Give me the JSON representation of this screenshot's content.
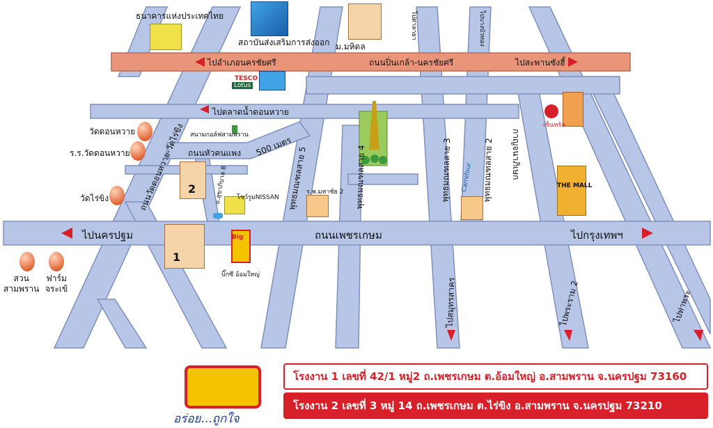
{
  "map": {
    "highway_label": "ถนนปิ่นเกล้า-นครชัยศรี",
    "highway_left": "ไปอำเภอนครชัยศรี",
    "highway_right": "ไปสะพานซังฮี้",
    "main_road_label": "ถนนเพชรเกษม",
    "main_left": "ไปนครปฐม",
    "main_right": "ไปกรุงเทพฯ",
    "road_floating_market": "ไปตลาดน้ำดอนหวาย",
    "road_huakhonphaeng": "ถนนหัวคนแพง",
    "distance": "500 เมตร",
    "road_donwai": "ถนนวัดดอนหวาย-วัดไร่ขิง",
    "road_putt5": "พุทธมณฑลสาย 5",
    "road_putt4": "พุทธมณฑลสาย 4",
    "road_putt3": "พุทธมณฑลสาย 3",
    "road_putt2": "พุทธมณฑลสาย 2",
    "road_kanchana": "กาญจนาภิเษก",
    "soi8": "ถ.สุขาภิบาล 8",
    "to_salaya": "ไปศาลายา",
    "to_bangbuathong": "ไปบางบัวทอง",
    "to_samutsakhon": "ไปสมุทรสาคร",
    "to_rama2": "ไปพระราม 2",
    "to_thapra": "ไปท่าพระ",
    "places": {
      "bank": "ธนาคารแห่งประเทศไทย",
      "export_inst": "สถาบันส่งเสริมการส่งออก",
      "mahidol": "ม.มหิดล",
      "tesco": "TESCO",
      "lotus": "Lotus",
      "wat_donwai": "วัดดอนหวาย",
      "school_donwai": "ร.ร.วัดดอนหวาย",
      "wat_raikhing": "วัดไร่ขิง",
      "golf": "สนามกอล์ฟสามพราน",
      "nissan": "โชว์รูมNISSAN",
      "bigc": "บิ๊กซี อ้อมใหญ่",
      "bigc_logo": "Big",
      "hospital": "ร.พ.มหาชัย 2",
      "carrefour": "Carrefour",
      "central": "เซ็นทรัล",
      "the_mall": "THE MALL",
      "suan_sampran": "สวน\nสามพราน",
      "farm_jorakhe": "ฟาร์ม\nจระเข้",
      "factory1": "1",
      "factory2": "2"
    }
  },
  "footer": {
    "slogan": "อร่อย...ถูกใจ",
    "factory1": "โรงงาน 1 เลขที่ 42/1 หมู่2 ถ.เพชรเกษม ต.อ้อมใหญ่ อ.สามพราน จ.นครปฐม 73160",
    "factory2": "โรงงาน 2 เลขที่ 3 หมู่ 14 ถ.เพชรเกษม ต.ไร่ขิง อ.สามพราน จ.นครปฐม 73210"
  },
  "colors": {
    "road_fill": "#b7c5e6",
    "road_edge": "#7f90bd",
    "highway_fill": "#e9957a",
    "arrow_red": "#d8202a",
    "brand_red": "#d8202a",
    "brand_yellow": "#f5c400"
  }
}
